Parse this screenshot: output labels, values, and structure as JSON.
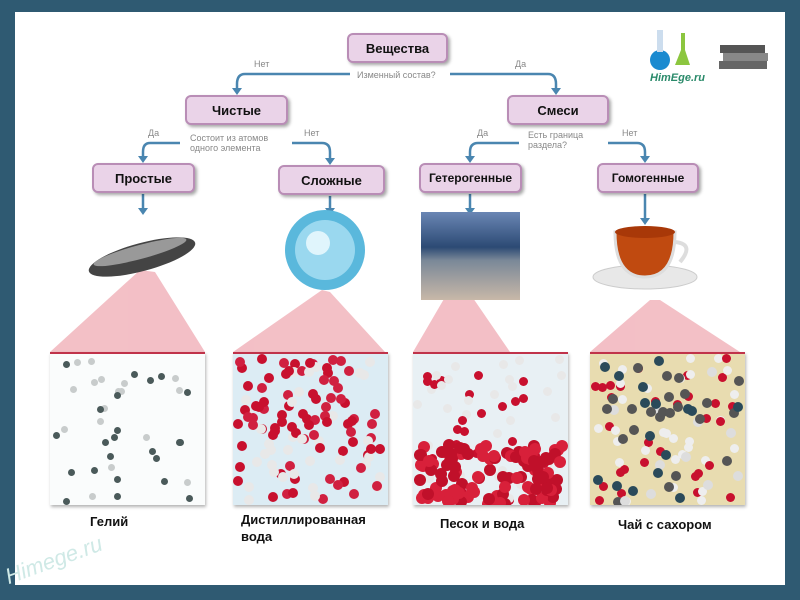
{
  "root": "Вещества",
  "question_root": "Изменный состав?",
  "no": "Нет",
  "yes": "Да",
  "pure": "Чистые",
  "mixtures": "Смеси",
  "question_pure": "Состоит из атомов одного элемента",
  "question_mix": "Есть граница раздела?",
  "simple": "Простые",
  "complex": "Сложные",
  "heterogeneous": "Гетерогенные",
  "homogeneous": "Гомогенные",
  "examples": [
    "Гелий",
    "Дистиллированная вода",
    "Песок и вода",
    "Чай с сахором"
  ],
  "logo": "HimEge.ru",
  "watermark": "Himege.ru",
  "colors": {
    "border": "#2f5a72",
    "box": "#ead3e8",
    "arrow": "#4a86b0"
  }
}
